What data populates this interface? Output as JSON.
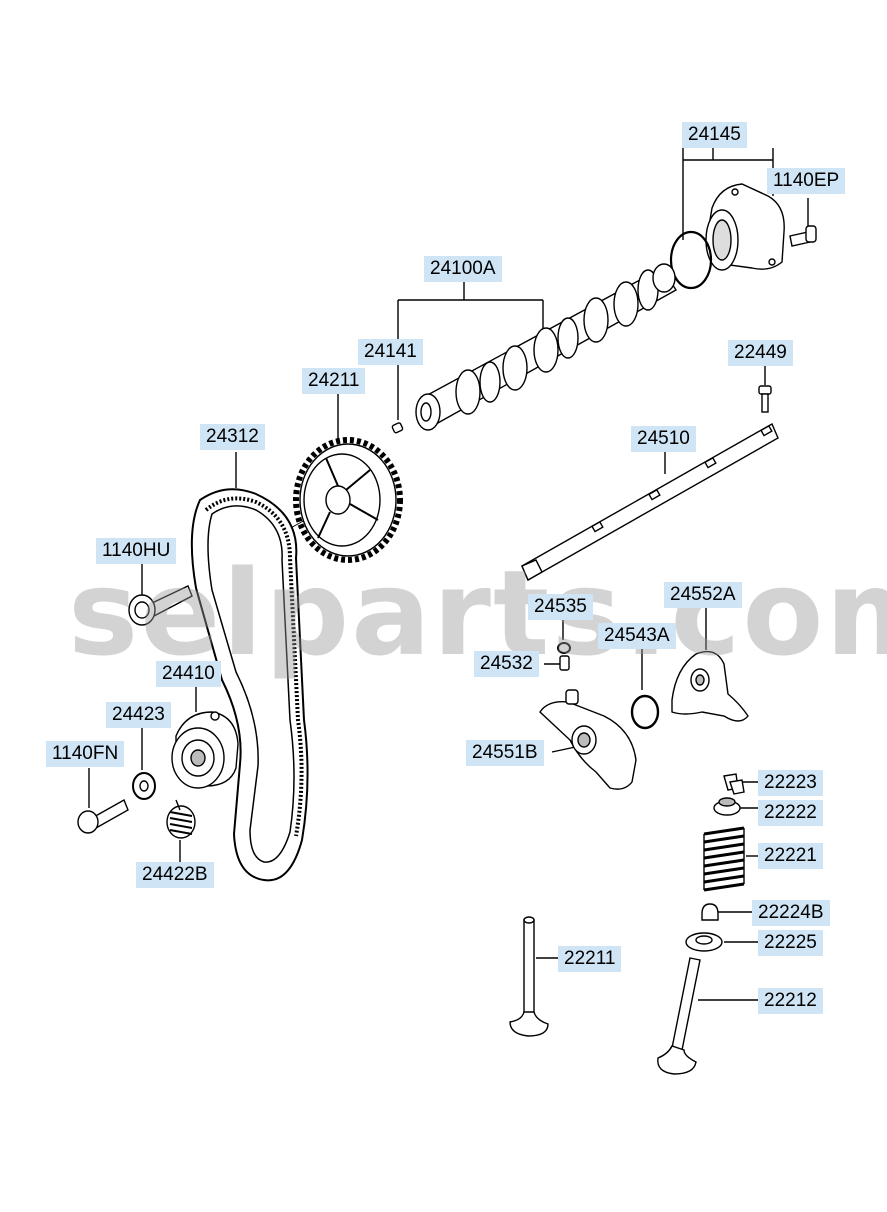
{
  "watermark": "selparts.com",
  "colors": {
    "label_bg": "#cfe4f4",
    "line": "#000000",
    "part_fill": "#ffffff",
    "shade": "#bdbdbd"
  },
  "parts": {
    "p24145": "24145",
    "p1140EP": "1140EP",
    "p24100A": "24100A",
    "p24141": "24141",
    "p24211": "24211",
    "p22449": "22449",
    "p24312": "24312",
    "p24510": "24510",
    "p1140HU": "1140HU",
    "p24535": "24535",
    "p24552A": "24552A",
    "p24543A": "24543A",
    "p24532": "24532",
    "p24410": "24410",
    "p24423": "24423",
    "p24551B": "24551B",
    "p1140FN": "1140FN",
    "p22223": "22223",
    "p22222": "22222",
    "p22221": "22221",
    "p24422B": "24422B",
    "p22224B": "22224B",
    "p22225": "22225",
    "p22211": "22211",
    "p22212": "22212"
  }
}
